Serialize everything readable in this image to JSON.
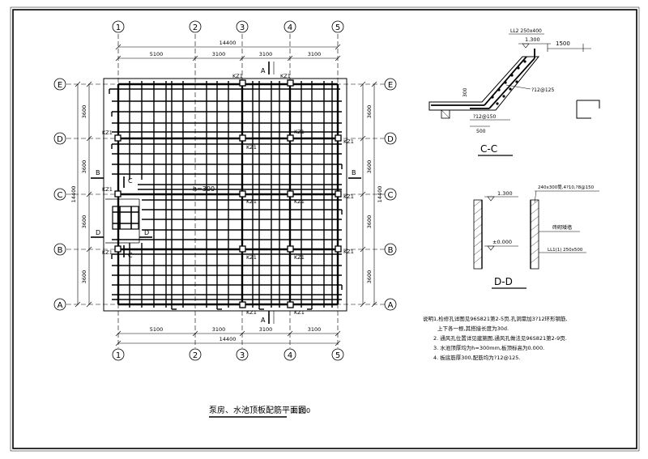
{
  "plan": {
    "top_axis_labels": [
      "1",
      "2",
      "3",
      "4",
      "5"
    ],
    "side_axis_labels": [
      "E",
      "D",
      "C",
      "B",
      "A"
    ],
    "overall_dim": "14400",
    "span_dims": [
      "5100",
      "3100",
      "3100",
      "3100"
    ],
    "left_row_dims": [
      "3600",
      "3600",
      "3600",
      "3600"
    ],
    "right_row_dims": [
      "3600",
      "3600",
      "3600",
      "3600"
    ],
    "left_overall": "14400",
    "right_overall": "14400",
    "column_tag": "KZ1",
    "slab_thickness": "h=300",
    "section_marks": {
      "a": "A",
      "b": "B",
      "c": "C",
      "d": "D"
    },
    "title": "泵房、水池顶板配筋平面图",
    "scale": "1:100"
  },
  "detail_cc": {
    "beam_note": "LL2 250x400",
    "elevation": "1.300",
    "dim_1500": "1500",
    "rebar_top": "?12@125",
    "rebar_bottom": "?12@150",
    "dim_500": "500",
    "dim_300": "300",
    "label": "C-C"
  },
  "detail_dd": {
    "wall_note": "240x300筒,4?10,?8@150",
    "elevation": "1.300",
    "ground_elevation": "±0.000",
    "brick_note": "砖砌矮墙",
    "beam_note": "LL1(1) 250x500",
    "label": "D-D"
  },
  "notes": [
    "说明1,检修孔详图见96S821第2-5页,孔洞需加3?12环形钢筋,",
    "上下各一根,其搭接长度为30d.",
    "2. 通风孔位置详见建施图,通风孔做法见96S821第2-9页.",
    "3. 水池顶厚均为h=300mm,板顶标高为0.000.",
    "4. 板底筋厚300,配筋均为?12@125."
  ]
}
